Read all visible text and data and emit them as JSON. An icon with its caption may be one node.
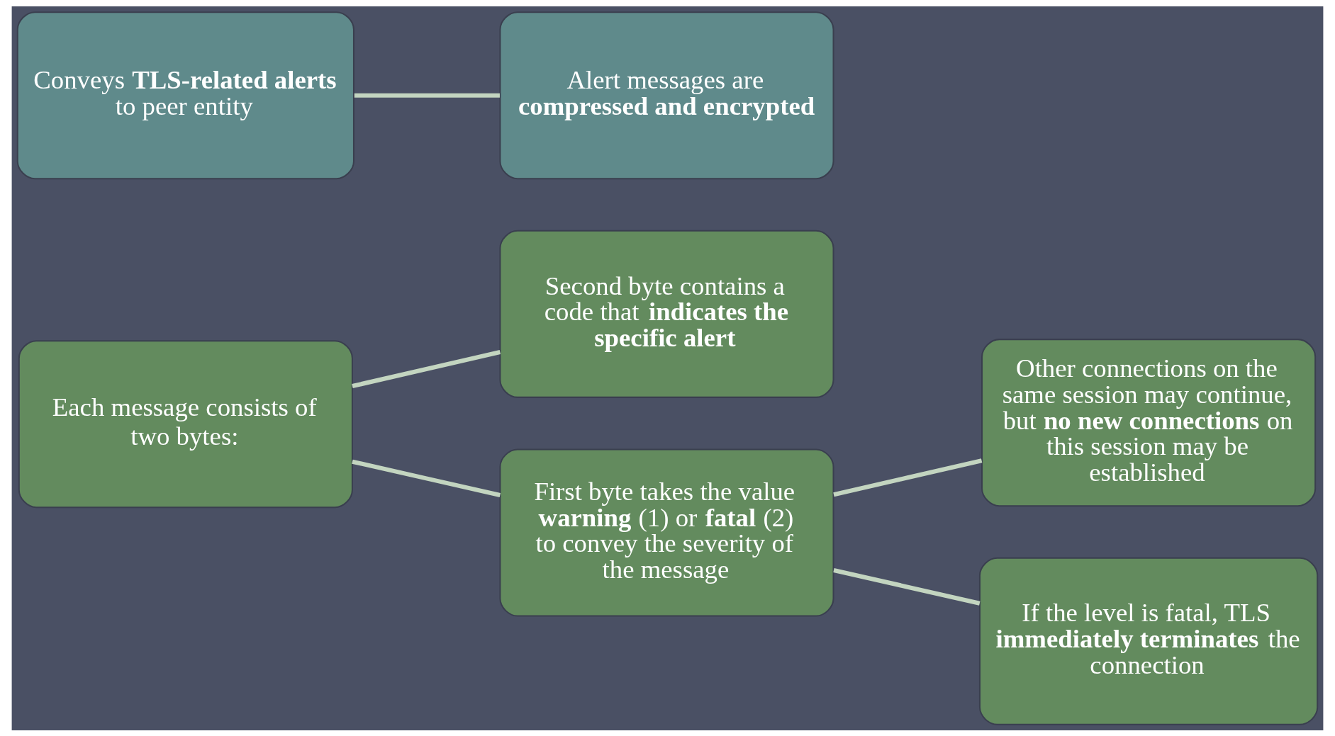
{
  "diagram": {
    "nodes": [
      {
        "text": [
          "Conveys **TLS-related alerts** to peer entity"
        ]
      },
      {
        "text": [
          "Alert messages are **compressed and encrypted**"
        ]
      },
      {
        "text": [
          "Each message consists of two bytes:"
        ]
      },
      {
        "text": [
          "First byte takes the value **warning** (1) or **fatal** (2) to convey the severity of the message"
        ]
      },
      {
        "text": [
          "Second byte contains a code that **indicates the specific alert**"
        ]
      },
      {
        "text": [
          "If the level is fatal, TLS **immediately terminates** the connection"
        ]
      },
      {
        "text": [
          "Other connections on the same session may continue, but **no new connections** on this session may be established"
        ]
      }
    ],
    "edges": [
      {
        "from": 0,
        "to": 1,
        "arrow": "none"
      },
      {
        "from": 2,
        "to": 3,
        "arrow": "none"
      },
      {
        "from": 2,
        "to": 4,
        "arrow": "none"
      },
      {
        "from": 3,
        "to": 5,
        "arrow": "none"
      },
      {
        "from": 3,
        "to": 6,
        "arrow": "none"
      }
    ]
  }
}
